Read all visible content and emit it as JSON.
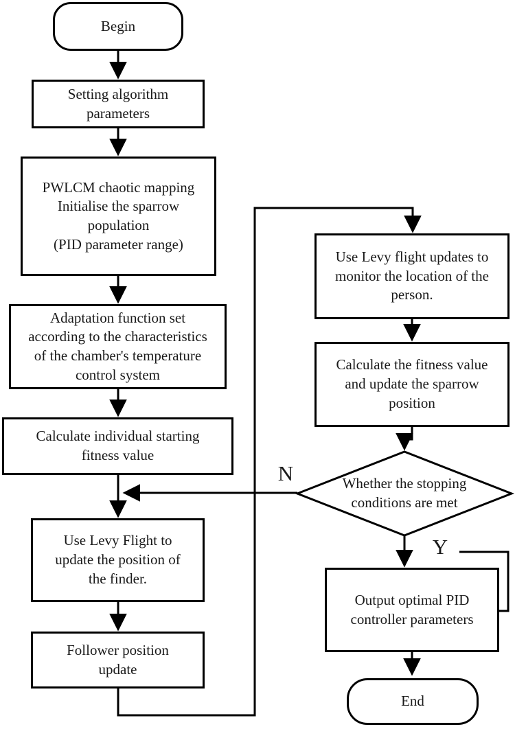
{
  "colors": {
    "line": "#000000",
    "background": "#ffffff",
    "text": "#1a1a1a"
  },
  "nodes": {
    "begin": "Begin",
    "setting": "Setting algorithm\nparameters",
    "pwlcm": "PWLCM chaotic mapping\nInitialise the sparrow\npopulation\n(PID parameter range)",
    "adaptation": "Adaptation function set\naccording to the characteristics\nof the chamber's temperature\ncontrol system",
    "calc_start": "Calculate individual starting\nfitness value",
    "levy_finder": "Use Levy Flight to\nupdate the position of\nthe finder.",
    "follower": "Follower position\nupdate",
    "levy_monitor": "Use Levy flight updates to\nmonitor the location of the\nperson.",
    "calc_fitness": "Calculate the fitness value\nand update the sparrow\nposition",
    "decision": "Whether the stopping\nconditions are met",
    "output": "Output optimal PID\ncontroller parameters",
    "end": "End"
  },
  "edge_labels": {
    "no": "N",
    "yes": "Y"
  }
}
